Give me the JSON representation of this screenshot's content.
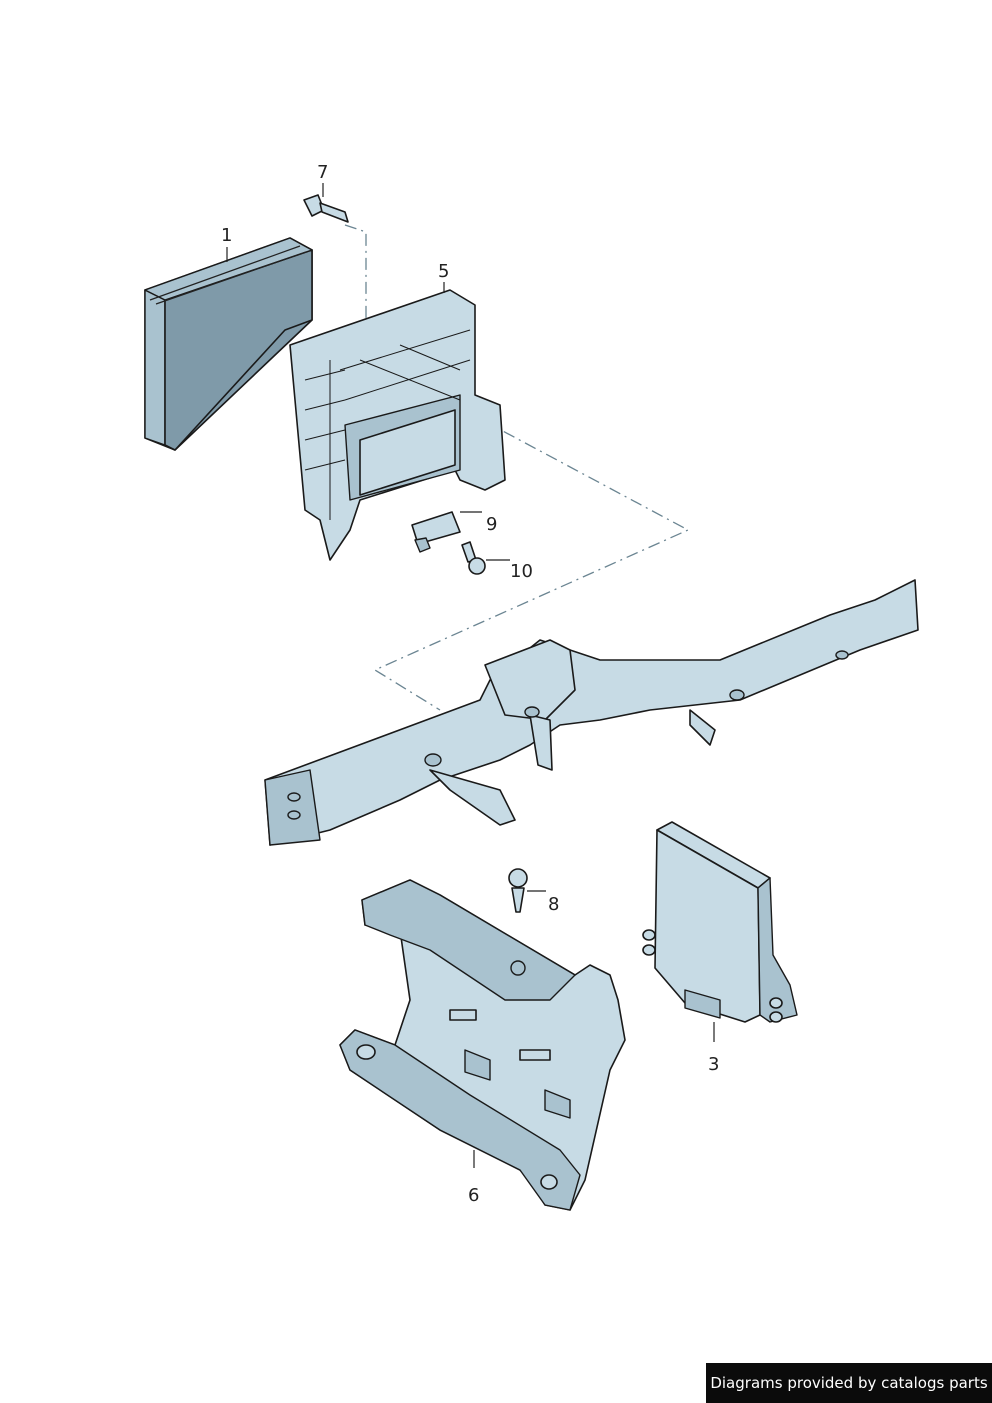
{
  "callouts": {
    "c1": "1",
    "c3": "3",
    "c5": "5",
    "c6": "6",
    "c7": "7",
    "c8": "8",
    "c9": "9",
    "c10": "10"
  },
  "footer": "Diagrams provided by catalogs parts",
  "colors": {
    "part_fill": "#c7dbe5",
    "part_dark": "#7f9aa9",
    "outline": "#1a1a1a",
    "footer_bg": "#0b0b0b"
  }
}
